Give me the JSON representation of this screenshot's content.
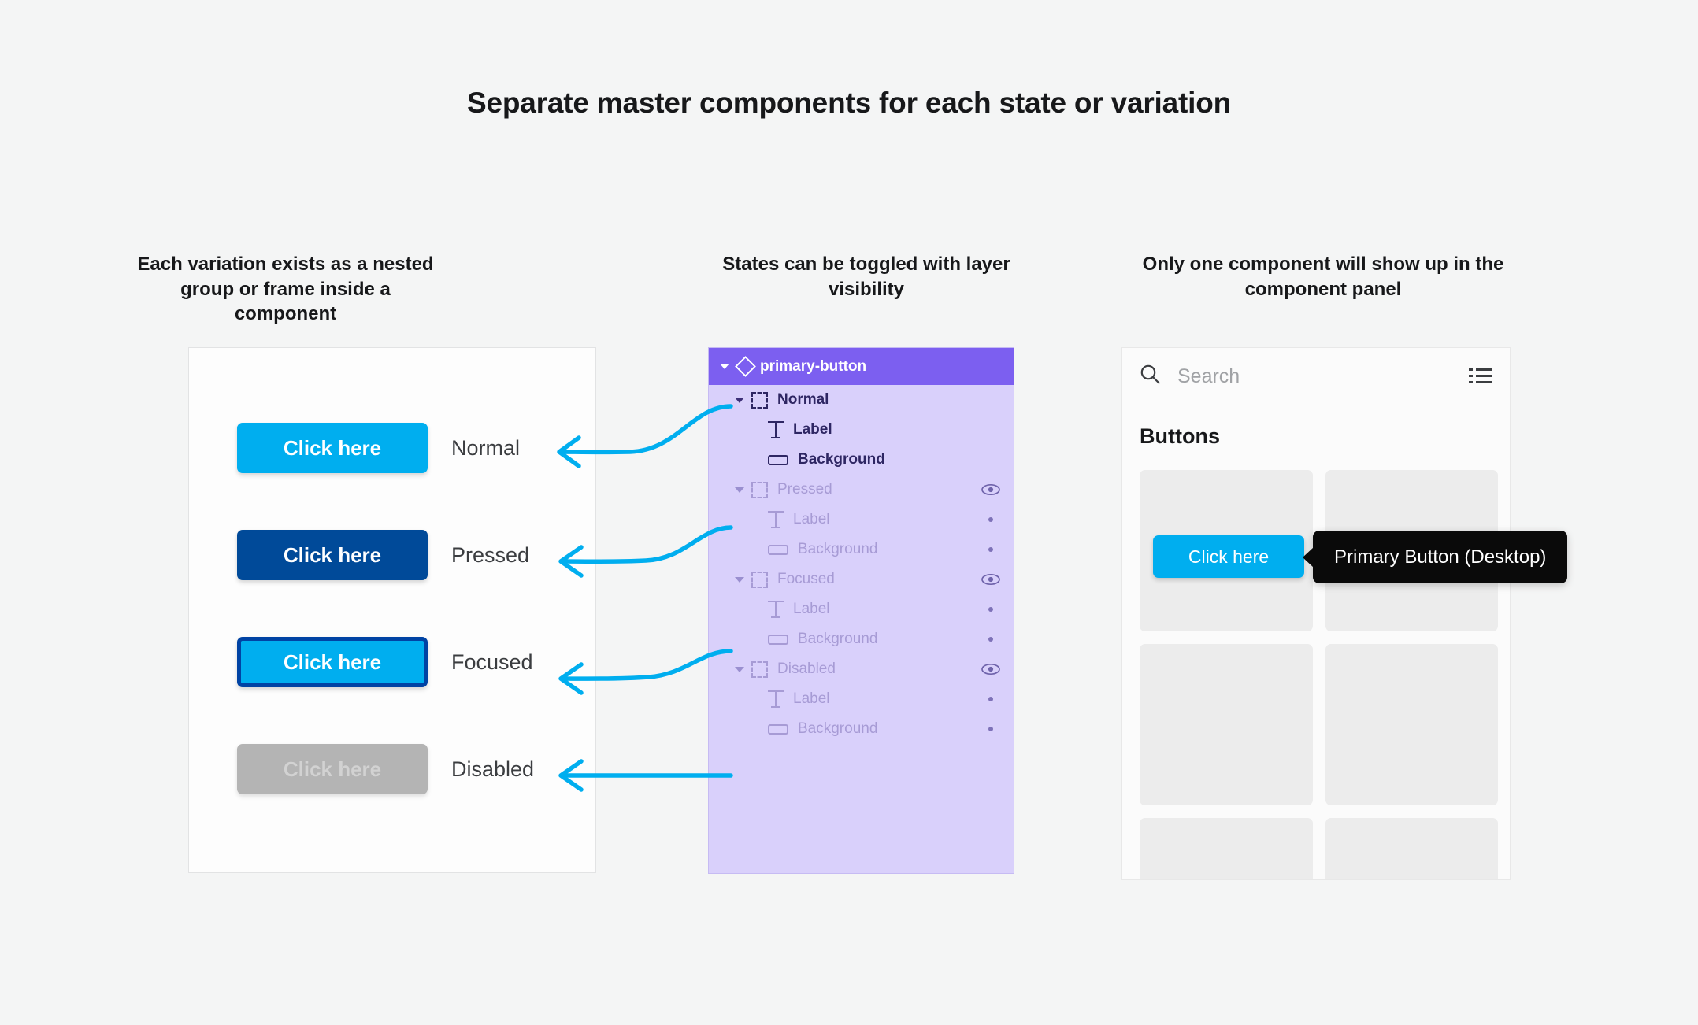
{
  "page": {
    "title": "Separate master components for each state or variation",
    "background_color": "#f4f5f5"
  },
  "captions": {
    "left": "Each variation exists as a nested group or frame inside a component",
    "middle": "States can be toggled with layer visibility",
    "right": "Only one component will show up in the component panel"
  },
  "colors": {
    "accent_cyan": "#00aeef",
    "pressed_blue": "#004a99",
    "focus_ring": "#0043a4",
    "disabled_gray": "#b4b4b4",
    "layer_header_purple": "#7c5ff0",
    "layer_body_lavender": "#d9d0fb",
    "tooltip_black": "#0a0a0a",
    "card_gray": "#ececec"
  },
  "variations_panel": {
    "rows": [
      {
        "button_label": "Click here",
        "state": "Normal"
      },
      {
        "button_label": "Click here",
        "state": "Pressed"
      },
      {
        "button_label": "Click here",
        "state": "Focused"
      },
      {
        "button_label": "Click here",
        "state": "Disabled"
      }
    ]
  },
  "layers_panel": {
    "component_name": "primary-button",
    "groups": [
      {
        "name": "Normal",
        "visible": true,
        "children": [
          {
            "name": "Label",
            "icon": "text-icon"
          },
          {
            "name": "Background",
            "icon": "rectangle-icon"
          }
        ]
      },
      {
        "name": "Pressed",
        "visible": false,
        "children": [
          {
            "name": "Label",
            "icon": "text-icon"
          },
          {
            "name": "Background",
            "icon": "rectangle-icon"
          }
        ]
      },
      {
        "name": "Focused",
        "visible": false,
        "children": [
          {
            "name": "Label",
            "icon": "text-icon"
          },
          {
            "name": "Background",
            "icon": "rectangle-icon"
          }
        ]
      },
      {
        "name": "Disabled",
        "visible": false,
        "children": [
          {
            "name": "Label",
            "icon": "text-icon"
          },
          {
            "name": "Background",
            "icon": "rectangle-icon"
          }
        ]
      }
    ]
  },
  "component_panel": {
    "search": {
      "placeholder": "Search",
      "value": ""
    },
    "section_title": "Buttons",
    "preview_button_label": "Click here",
    "tooltip_text": "Primary Button (Desktop)",
    "card_count": 6
  }
}
